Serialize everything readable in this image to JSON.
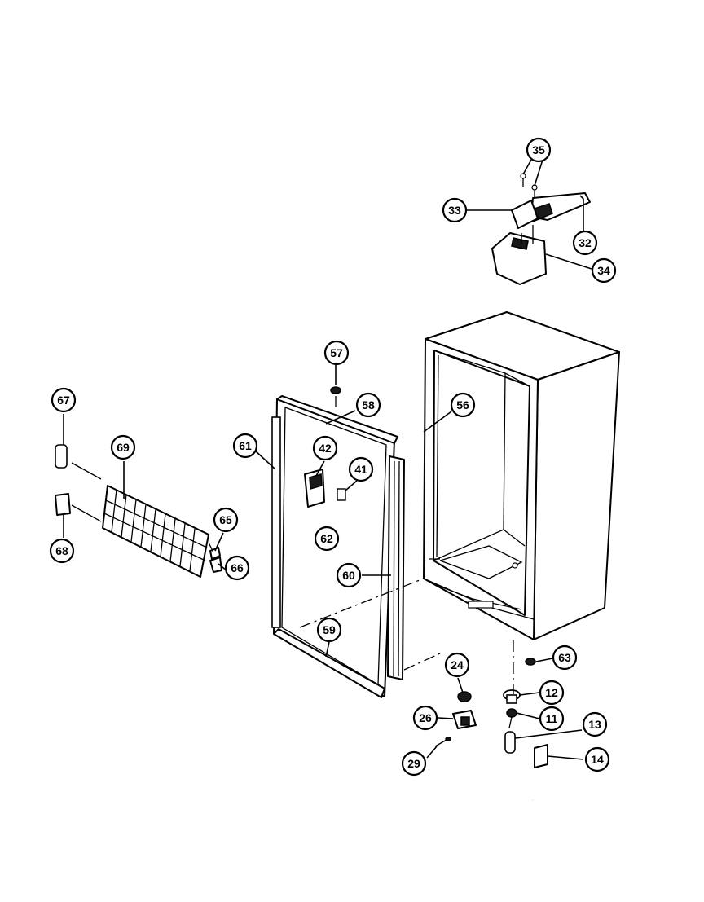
{
  "callouts": {
    "c35": "35",
    "c33": "33",
    "c32": "32",
    "c34": "34",
    "c57": "57",
    "c58": "58",
    "c56": "56",
    "c67": "67",
    "c69": "69",
    "c61": "61",
    "c42": "42",
    "c41": "41",
    "c65": "65",
    "c68": "68",
    "c62": "62",
    "c66": "66",
    "c60": "60",
    "c59": "59",
    "c63": "63",
    "c24": "24",
    "c12": "12",
    "c26": "26",
    "c11": "11",
    "c13": "13",
    "c29": "29",
    "c14": "14"
  }
}
